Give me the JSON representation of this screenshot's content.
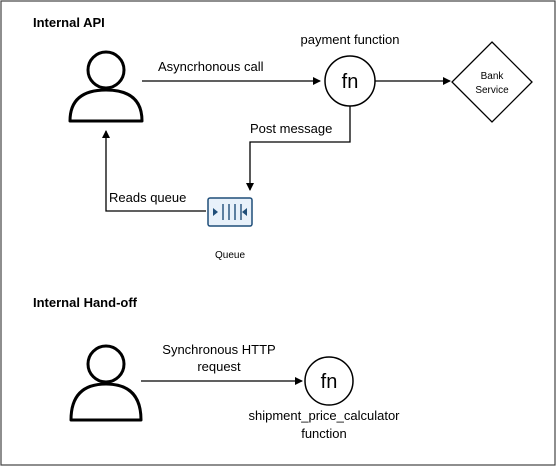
{
  "sections": {
    "internal_api": "Internal API",
    "internal_handoff": "Internal Hand-off"
  },
  "nodes": {
    "payment_function": {
      "label": "payment function",
      "glyph": "fn"
    },
    "bank_service": {
      "line1": "Bank",
      "line2": "Service"
    },
    "queue": {
      "label": "Queue"
    },
    "shipment_function": {
      "glyph": "fn",
      "line1": "shipment_price_calculator",
      "line2": "function"
    }
  },
  "edges": {
    "async_call": "Asyncrhonous call",
    "post_message": "Post message",
    "reads_queue": "Reads queue",
    "sync_http_line1": "Synchronous HTTP",
    "sync_http_line2": "request"
  },
  "colors": {
    "stroke": "#000000",
    "queue_fill": "#e8f1fa",
    "queue_accent": "#1f4e79",
    "frame": "#444444"
  }
}
